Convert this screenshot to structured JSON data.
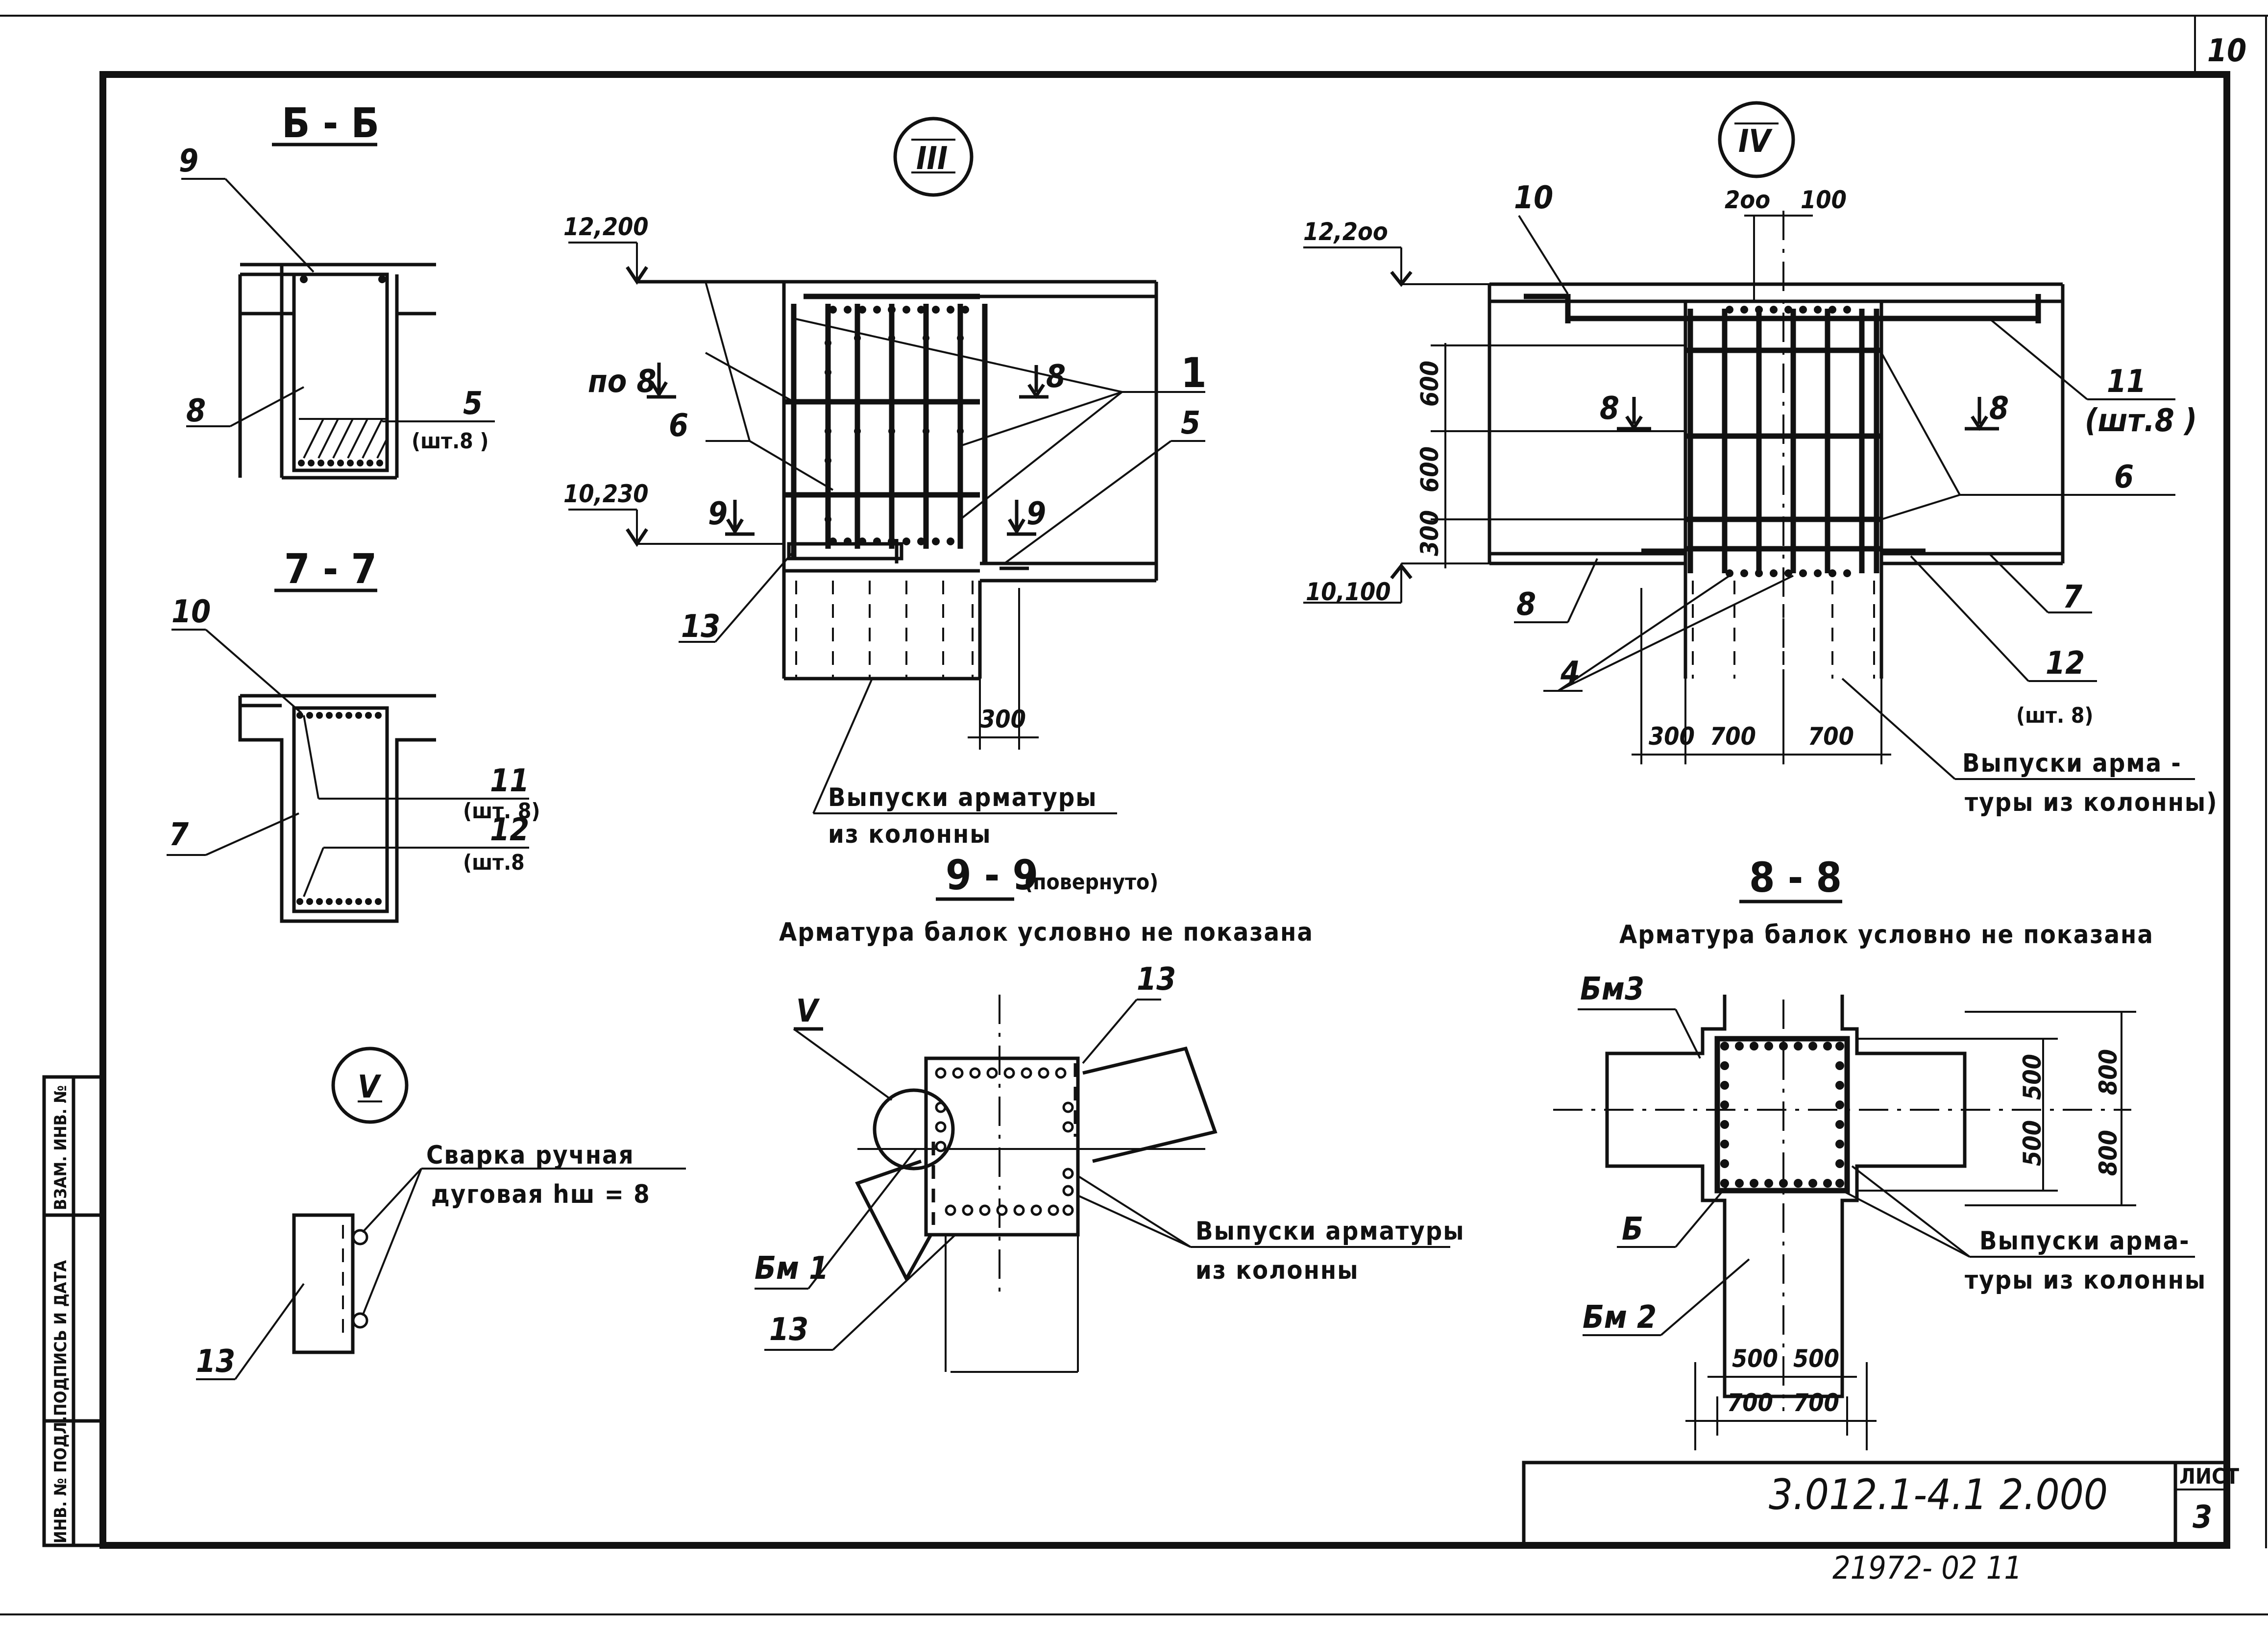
{
  "sheet": {
    "page_number": "10",
    "designation": "3.012.1-4.1 2.000",
    "sheet_label": "ЛИСТ",
    "sheet_no": "3",
    "archive_no": "21972- 02  11"
  },
  "stamp": {
    "inv_podl": "ИНВ. № ПОДЛ.",
    "podpis": "ПОДПИСЬ И ДАТА",
    "vzam": "ВЗАМ. ИНВ. №"
  },
  "sec66": {
    "title": "Б - Б",
    "l9": "9",
    "l8": "8",
    "l5": "5",
    "l5q": "(шт.8 )"
  },
  "sec77": {
    "title": "7 - 7",
    "l10": "10",
    "l7": "7",
    "l11": "11",
    "l11q": "(шт. 8)",
    "l12": "12",
    "l12q": "(шт.8"
  },
  "nodeV": {
    "mark": "V",
    "weld1": "Сварка ручная",
    "weld2": "дуговая  hш = 8",
    "l13": "13"
  },
  "nodeIII": {
    "mark": "III",
    "elev_top": "12,200",
    "elev_bot": "10,230",
    "po8": "по 8",
    "s8a": "8",
    "s8b": "8",
    "s9a": "9",
    "s9b": "9",
    "l6": "6",
    "l1": "1",
    "l5": "5",
    "l13": "13",
    "dim300": "300",
    "note1": "Выпуски арматуры",
    "note2": "из колонны"
  },
  "nodeIV": {
    "mark": "IV",
    "elev_top": "12,2оо",
    "elev_bot": "10,100",
    "d200": "2оо",
    "d100": "100",
    "d600a": "600",
    "d600b": "600",
    "d300": "300",
    "s8a": "8",
    "s8b": "8",
    "l10": "10",
    "l11": "11",
    "l11q": "(шт.8 )",
    "l6": "6",
    "l7": "7",
    "l8": "8",
    "l4": "4",
    "l12": "12",
    "l12q": "(шт. 8)",
    "b300": "300",
    "b700a": "700",
    "b700b": "700",
    "note1": "Выпуски арма -",
    "note2": "туры из колонны)"
  },
  "sec99": {
    "title": "9 - 9",
    "subtitle": "(повернуто)",
    "caption": "Арматура балок условно не показана",
    "markV": "V",
    "l13a": "13",
    "l13b": "13",
    "bm1": "Бм 1",
    "note1": "Выпуски арматуры",
    "note2": "из колонны"
  },
  "sec88": {
    "title": "8 - 8",
    "caption": "Арматура балок условно не показана",
    "bm3": "Бм3",
    "bm2": "Бм 2",
    "l6": "Б",
    "d500a": "500",
    "d500b": "500",
    "d800a": "800",
    "d800b": "800",
    "b500a": "500",
    "b500b": "500",
    "b700a": "700",
    "b700b": "700",
    "note1": "Выпуски арма-",
    "note2": "туры из колонны"
  }
}
